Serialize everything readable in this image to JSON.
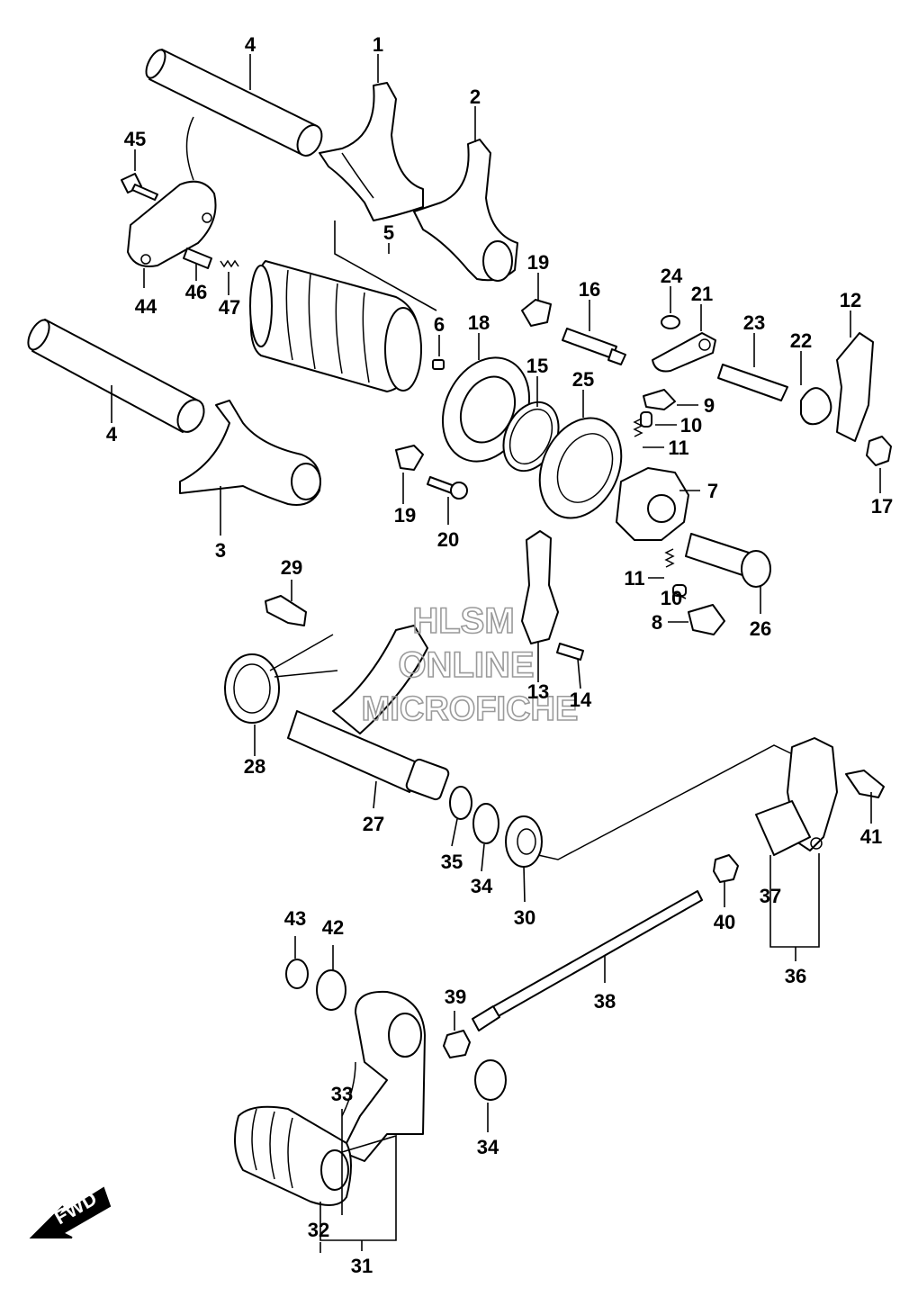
{
  "watermark": {
    "line1": "HLSM",
    "line2": "ONLINE",
    "line3": "MICROFICHE",
    "color": "#9a9a9a"
  },
  "fwd_label": "FWD",
  "callouts": {
    "c1": "1",
    "c2": "2",
    "c3": "3",
    "c4a": "4",
    "c4b": "4",
    "c5": "5",
    "c6": "6",
    "c7": "7",
    "c8": "8",
    "c9": "9",
    "c10a": "10",
    "c10b": "10",
    "c11a": "11",
    "c11b": "11",
    "c12": "12",
    "c13": "13",
    "c14": "14",
    "c15": "15",
    "c16": "16",
    "c17": "17",
    "c18": "18",
    "c19a": "19",
    "c19b": "19",
    "c20": "20",
    "c21": "21",
    "c22": "22",
    "c23": "23",
    "c24": "24",
    "c25": "25",
    "c26": "26",
    "c27": "27",
    "c28": "28",
    "c29": "29",
    "c30": "30",
    "c31": "31",
    "c32": "32",
    "c33": "33",
    "c34a": "34",
    "c34b": "34",
    "c35": "35",
    "c36": "36",
    "c37": "37",
    "c38": "38",
    "c39": "39",
    "c40": "40",
    "c41": "41",
    "c42": "42",
    "c43": "43",
    "c44": "44",
    "c45": "45",
    "c46": "46",
    "c47": "47"
  }
}
